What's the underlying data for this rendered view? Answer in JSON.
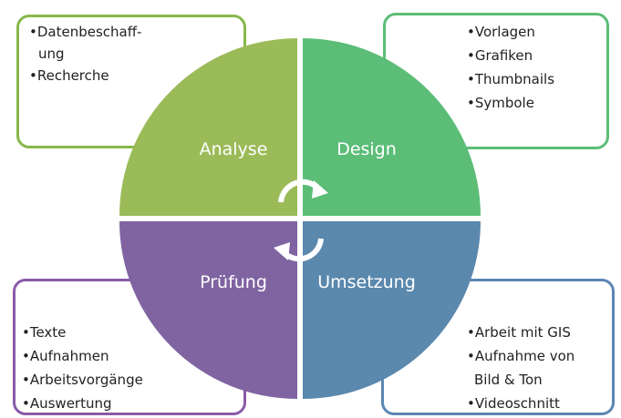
{
  "quadrants": [
    {
      "label": "Analyse",
      "color": "#9bbb59"
    },
    {
      "label": "Design",
      "color": "#5cbd77"
    },
    {
      "label": "Prüfung",
      "color": "#8064a2"
    },
    {
      "label": "Umsetzung",
      "color": "#5b88ad"
    }
  ],
  "boxes": {
    "top_left": {
      "items": [
        "•Datenbeschaff-",
        "ung",
        "•Recherche"
      ]
    },
    "top_right": {
      "items": [
        "•Vorlagen",
        "•Grafiken",
        "•Thumbnails",
        "•Symbole"
      ]
    },
    "bottom_left": {
      "items": [
        "•Texte",
        "•Aufnahmen",
        "•Arbeitsvorgänge",
        "•Auswertung"
      ]
    },
    "bottom_right": {
      "items": [
        "•Arbeit mit GIS",
        "•Aufnahme von",
        "Bild & Ton",
        "•Videoschnitt"
      ]
    }
  },
  "center_icon": "cycle-arrows-icon"
}
